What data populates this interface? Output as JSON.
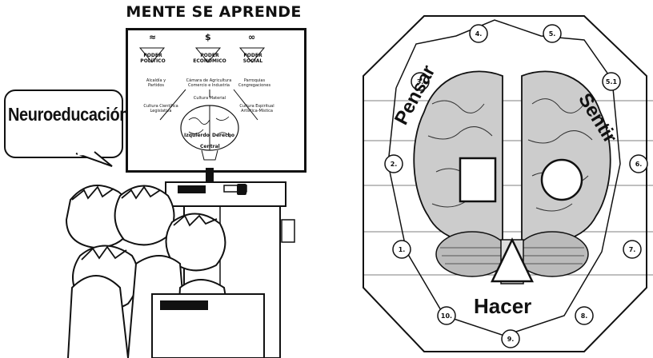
{
  "left_panel": {
    "title": "MENTE SE APRENDE",
    "speech_bubble_text": "Neuroeducación",
    "screen": {
      "poder_politico": {
        "symbol": "≈",
        "label": "PODER POLÍTICO",
        "sub": "Alcaldía y Partidos"
      },
      "poder_economico": {
        "symbol": "$",
        "label": "PODER ECONÓMICO",
        "sub": "Cámara de Agricultura Comercio e Industria"
      },
      "poder_social": {
        "symbol": "∞",
        "label": "PODER SOCIAL",
        "sub": "Parroquias Congregaciones"
      },
      "cultura_material": "Cultura Material",
      "cultura_cientifica": "Cultura Científica Legislativa",
      "cultura_espiritual": "Cultura Espiritual Artística-Mística",
      "izquierdo": "Izquierdo",
      "derecho": "Derecho",
      "central": "Central"
    }
  },
  "right_panel": {
    "pensar": "Pensar",
    "sentir": "Sentir",
    "hacer": "Hacer",
    "numbers": [
      "1.",
      "2.",
      "3.",
      "4.",
      "5.",
      "5.1",
      "6.",
      "7.",
      "8.",
      "9.",
      "10."
    ]
  }
}
